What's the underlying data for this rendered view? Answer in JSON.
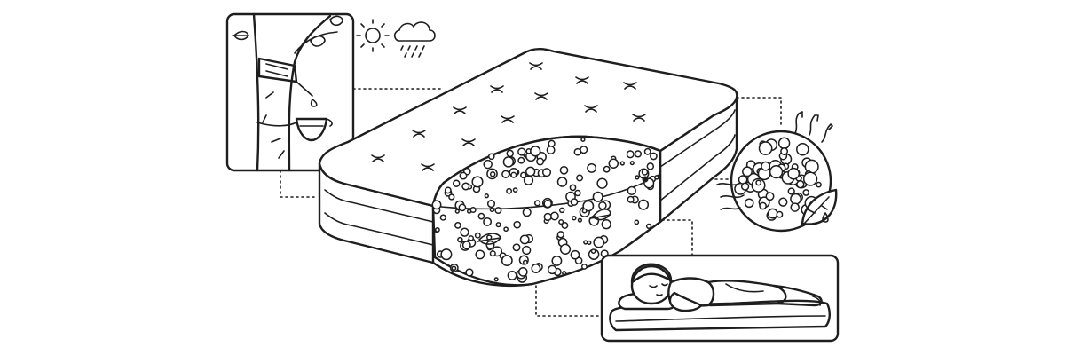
{
  "diagram": {
    "subject": "latex-mattress-illustration",
    "colors": {
      "line": "#1e1e1e",
      "background": "#ffffff"
    },
    "panels": [
      {
        "name": "rubber-tree-tapping-panel",
        "icon": "tree-icon"
      },
      {
        "name": "weather-icons",
        "icon": "sun-and-rain-icon"
      },
      {
        "name": "foam-structure-circle",
        "icon": "breathable-foam-icon"
      },
      {
        "name": "sleeping-person-panel",
        "icon": "sleeper-icon"
      }
    ],
    "mattress": {
      "tufts": 12,
      "cutaway": "latex-foam-core"
    }
  }
}
